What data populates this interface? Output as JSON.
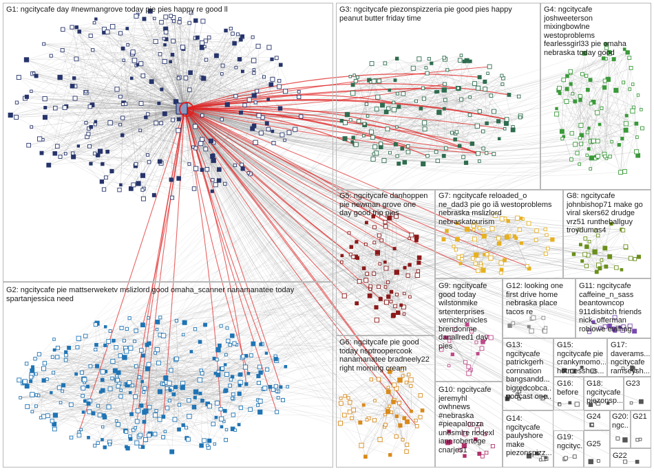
{
  "groups": [
    {
      "id": "G1",
      "label": "G1: ngcitycafe day #newmangrove today pie pies happy re good ll",
      "color": "#27346b"
    },
    {
      "id": "G2",
      "label": "G2: ngcitycafe pie mattserweketv mslizlord good omaha_scanner nanamanatee today\nspartanjessica need",
      "color": "#1f74b4"
    },
    {
      "id": "G3",
      "label": "G3: ngcitycafe piezonspizzeria pie good pies happy\npeanut butter friday time",
      "color": "#2f6d4f"
    },
    {
      "id": "G4",
      "label": "G4: ngcitycafe\njoshweeterson\nmixingbowlne\nwestoproblems\nfearlessgirl33 pie omaha\nnebraska today good",
      "color": "#3a9a3a"
    },
    {
      "id": "G5",
      "label": "G5: ngcitycafe danhoppen\npie newman grove one\nday good trip pies",
      "color": "#8b1a1a"
    },
    {
      "id": "G6",
      "label": "G6: ngcitycafe pie good\ntoday nsptroopercook\nnanamanatee bradneely22\nright morning cream",
      "color": "#d98a1a"
    },
    {
      "id": "G7",
      "label": "G7: ngcitycafe reloaded_o\nne_dad3 pie go iã westoproblems\nnebraska mslizlord\nnebraskatourism",
      "color": "#e6b020"
    },
    {
      "id": "G8",
      "label": "G8: ngcitycafe\njohnbishop71 make go\nviral skers62 drudge\nvrz51 runtheballguy\ntroydumas4",
      "color": "#6a8f1a"
    },
    {
      "id": "G9",
      "label": "G9: ngcitycafe\ngood today\nwilstonmike\nsrtenterprises\nvernchronicles\nbrendonme\ndanallred1 day\npies",
      "color": "#c04a8a"
    },
    {
      "id": "G10",
      "label": "G10: ngcitycafe\njeremyhl\nowhnews\n#nebraska\n#pieapalooza\nunosmlre nodexl\nianr robertoge\ncnarjes1",
      "color": "#b0306a"
    },
    {
      "id": "G11",
      "label": "G11: ngcitycafe\ncaffeine_n_sass\nbeantowncop\n911disbitch friends\nnick_offerman\nroblowe evilhag",
      "color": "#7a4ab0"
    },
    {
      "id": "G12",
      "label": "G12: looking one\nfirst drive home\nnebraska place\ntacos re",
      "color": "#888888"
    },
    {
      "id": "G13",
      "label": "G13:\nngcitycafe\npatrickgerh\ncornnation\nbangsandd...\nbigredcobca...\npodcast one...",
      "color": "#444444"
    },
    {
      "id": "G14",
      "label": "G14:\nngcitycafe\npaulyshore\nmake\npiezonspizz...",
      "color": "#555555"
    },
    {
      "id": "G15",
      "label": "G15:\nngcitycafe pie\ncrankymomo...\nhotmesshus...",
      "color": "#555555"
    },
    {
      "id": "G16",
      "label": "G16:\nbefore",
      "color": "#555555"
    },
    {
      "id": "G17",
      "label": "G17:\ndaverams...\nngcitycafe\nramseysh...",
      "color": "#555555"
    },
    {
      "id": "G18",
      "label": "G18:\nngcitycafe\npiezonsp...",
      "color": "#555555"
    },
    {
      "id": "G19",
      "label": "G19:\nngcityc...",
      "color": "#555555"
    },
    {
      "id": "G20",
      "label": "G20:\nngc...",
      "color": "#555555"
    },
    {
      "id": "G21",
      "label": "G21",
      "color": "#555555"
    },
    {
      "id": "G22",
      "label": "G22",
      "color": "#555555"
    },
    {
      "id": "G23",
      "label": "G23",
      "color": "#555555"
    },
    {
      "id": "G24",
      "label": "G24",
      "color": "#555555"
    },
    {
      "id": "G25",
      "label": "G25",
      "color": "#555555"
    }
  ],
  "colors": {
    "edge_gray": "#8c8c8c",
    "edge_red": "#e02020",
    "node_fill": "#ffffff",
    "hub_ring": "#e02020"
  }
}
